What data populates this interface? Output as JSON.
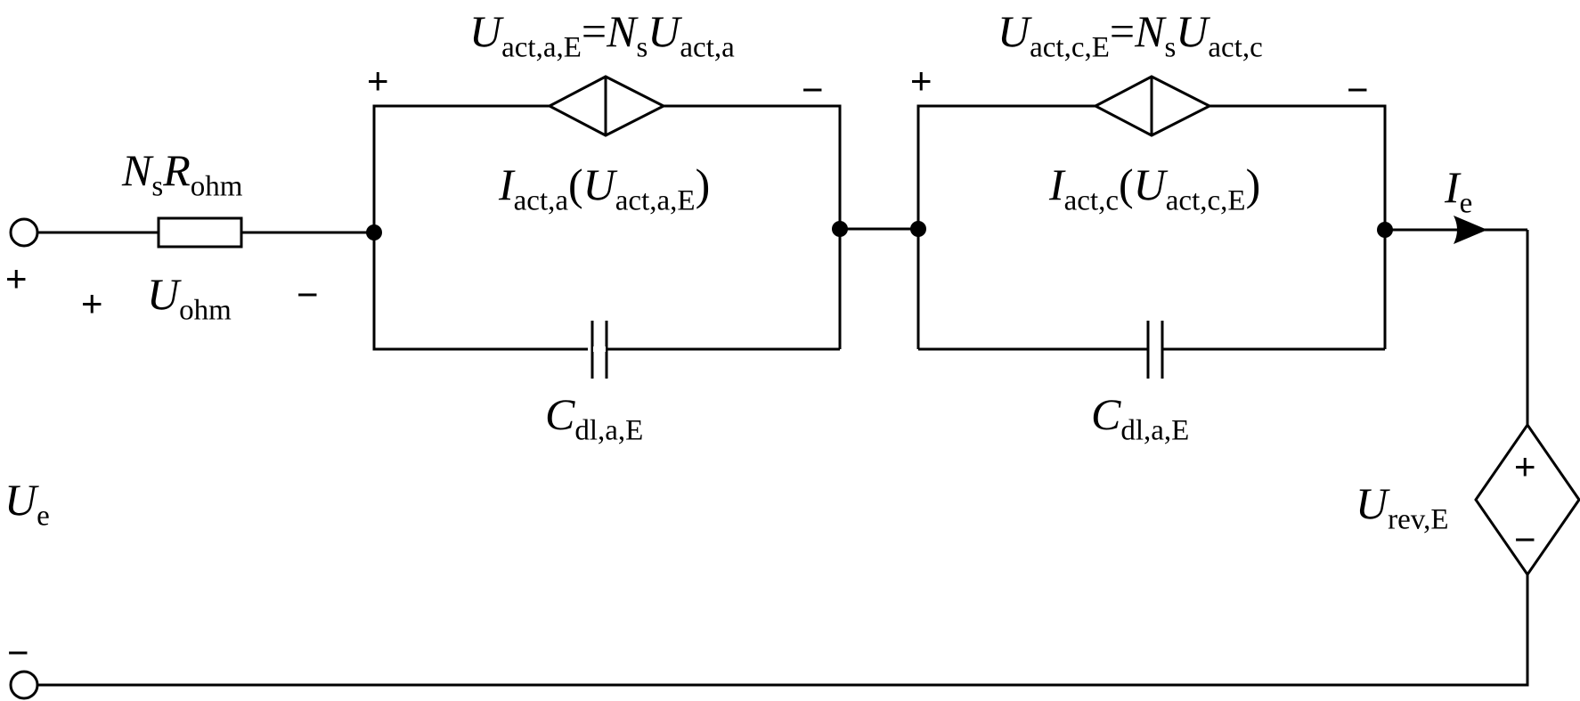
{
  "diagram": {
    "type": "equivalent-circuit",
    "terminals": {
      "positive_sign": "+",
      "negative_sign": "−",
      "voltage_label": {
        "main": "U",
        "sub": "e"
      }
    },
    "resistor": {
      "label": {
        "pre": "N",
        "pre_sub": "s",
        "main": "R",
        "sub": "ohm"
      },
      "voltage": {
        "main": "U",
        "sub": "ohm",
        "plus": "+",
        "minus": "−"
      }
    },
    "anode_block": {
      "source_label": {
        "lhs": "U",
        "lhs_sub": "act,a,E",
        "eq": "=",
        "n": "N",
        "n_sub": "s",
        "rhs": "U",
        "rhs_sub": "act,a"
      },
      "current_label": {
        "main": "I",
        "sub": "act,a",
        "open": "(",
        "arg": "U",
        "arg_sub": "act,a,E",
        "close": ")"
      },
      "capacitor_label": {
        "main": "C",
        "sub": "dl,a,E"
      },
      "plus": "+",
      "minus": "−"
    },
    "cathode_block": {
      "source_label": {
        "lhs": "U",
        "lhs_sub": "act,c,E",
        "eq": "=",
        "n": "N",
        "n_sub": "s",
        "rhs": "U",
        "rhs_sub": "act,c"
      },
      "current_label": {
        "main": "I",
        "sub": "act,c",
        "open": "(",
        "arg": "U",
        "arg_sub": "act,c,E",
        "close": ")"
      },
      "capacitor_label": {
        "main": "C",
        "sub": "dl,a,E"
      },
      "plus": "+",
      "minus": "−"
    },
    "current": {
      "main": "I",
      "sub": "e"
    },
    "reversible_source": {
      "label": {
        "main": "U",
        "sub": "rev,E"
      },
      "plus": "+",
      "minus": "−"
    }
  }
}
